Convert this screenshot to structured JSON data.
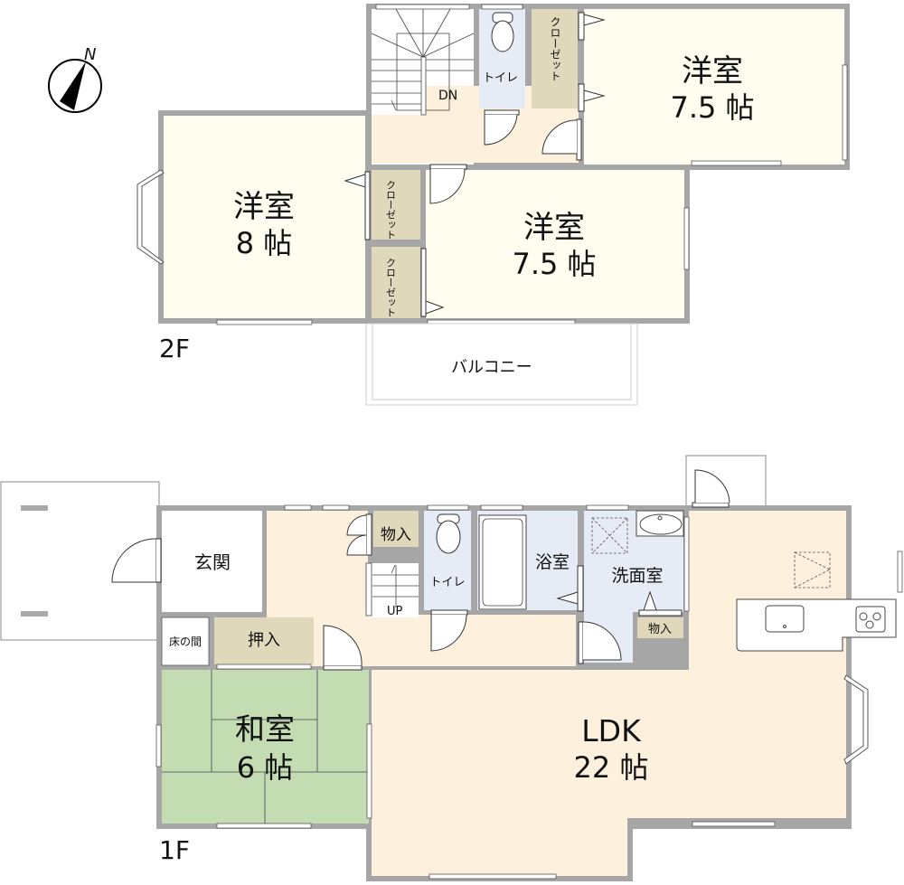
{
  "compass": {
    "label": "N"
  },
  "floor2": {
    "label": "2F",
    "rooms": {
      "western_8": {
        "name": "洋室",
        "size": "8 帖"
      },
      "western_75_center": {
        "name": "洋室",
        "size": "7.5 帖"
      },
      "western_75_right": {
        "name": "洋室",
        "size": "7.5 帖"
      },
      "toilet": {
        "name": "トイレ"
      },
      "closet_top": {
        "name": "クローゼット"
      },
      "closet_mid": {
        "name": "クローゼット"
      },
      "closet_low": {
        "name": "クローゼット"
      },
      "stairs": {
        "label": "DN"
      },
      "balcony": {
        "name": "バルコニー"
      }
    }
  },
  "floor1": {
    "label": "1F",
    "rooms": {
      "entrance": {
        "name": "玄関"
      },
      "tokonoma": {
        "name": "床の間"
      },
      "oshiire": {
        "name": "押入"
      },
      "washitsu": {
        "name": "和室",
        "size": "6 帖"
      },
      "storage_hall": {
        "name": "物入"
      },
      "stairs": {
        "label": "UP"
      },
      "toilet": {
        "name": "トイレ"
      },
      "bath": {
        "name": "浴室"
      },
      "washroom": {
        "name": "洗面室"
      },
      "storage_wash": {
        "name": "物入"
      },
      "ldk": {
        "name": "LDK",
        "size": "22 帖"
      }
    }
  },
  "colors": {
    "wall": "#a6a6a6",
    "western": "#fefdef",
    "hall": "#fdf0dd",
    "wet": "#e5ecf6",
    "closet": "#e0d8bb",
    "tatami": "#c3dcb1",
    "white": "#ffffff"
  }
}
